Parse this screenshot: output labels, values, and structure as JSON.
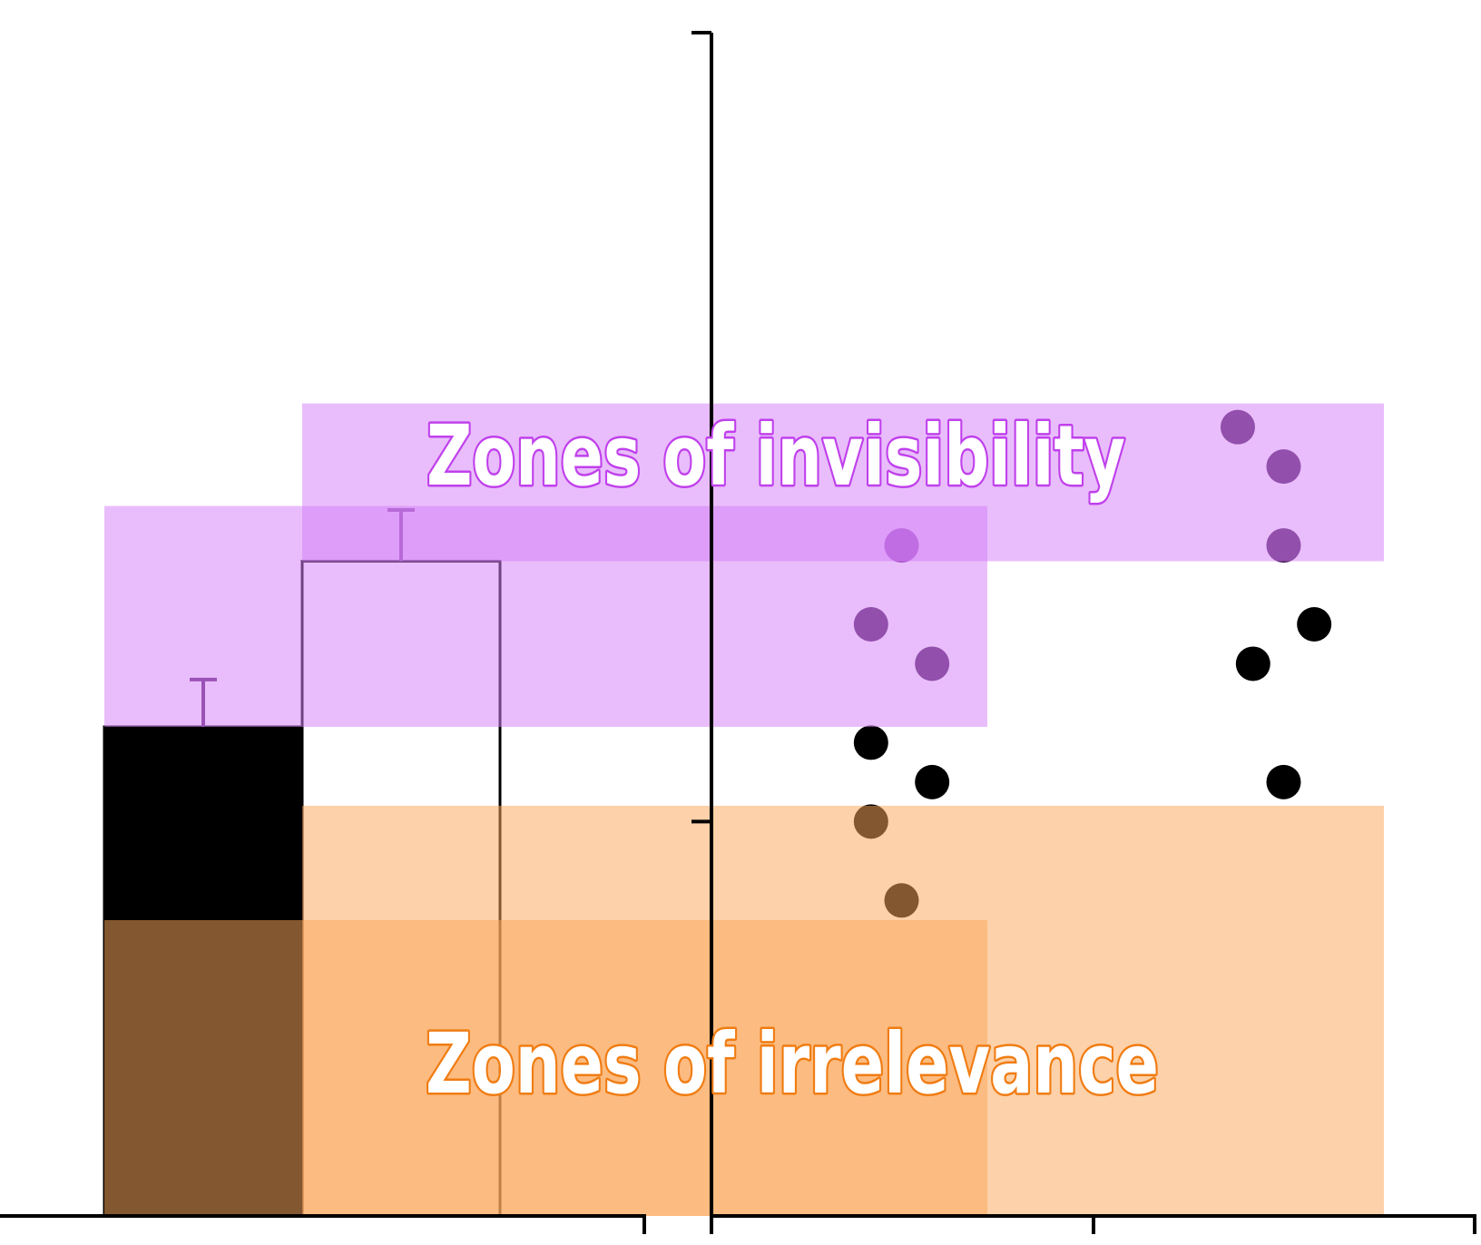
{
  "chart_data": {
    "type": "bar",
    "title": "",
    "xlabel": "",
    "ylabel": "",
    "ylim": [
      0,
      1.5
    ],
    "axis_ticks_y": [
      0.5,
      1.5
    ],
    "bar_panel": {
      "categories": [
        "",
        ""
      ],
      "values": [
        0.62,
        0.83
      ],
      "errors": [
        0.06,
        0.065
      ],
      "fills": [
        "#000000",
        "#ffffff"
      ],
      "edge_color": "#000000"
    },
    "scatter_panel": {
      "type": "scatter",
      "groups": [
        {
          "x": 1,
          "y": [
            0.85,
            0.75,
            0.7,
            0.6,
            0.55,
            0.5,
            0.4
          ]
        },
        {
          "x": 2,
          "y": [
            1.0,
            0.95,
            0.85,
            0.75,
            0.7,
            0.55
          ]
        }
      ],
      "jitter": [
        [
          0.0,
          -0.2,
          0.2,
          -0.2,
          0.2,
          -0.2,
          0.0
        ],
        [
          -0.3,
          0.0,
          0.0,
          0.2,
          -0.2,
          0.0
        ]
      ]
    },
    "zones": {
      "invisibility": {
        "label": "Zones of invisibility",
        "fill": "#d580f8",
        "outline": "#c040ec",
        "ranges": [
          [
            0.62,
            0.9
          ],
          [
            0.83,
            1.03
          ]
        ]
      },
      "irrelevance": {
        "label": "Zones of irrelevance",
        "fill": "#fba75a",
        "outline": "#f07c12",
        "ranges": [
          [
            0.0,
            0.375
          ],
          [
            0.0,
            0.52
          ]
        ]
      }
    },
    "dot_colors": {
      "in_invisibility_zone": "#4a1a5a",
      "in_irrelevance_zone": "#5a3000",
      "outside_zones": "#000000",
      "highlighted": "#7a2a9a"
    },
    "error_bar_color": "#5a2070"
  }
}
